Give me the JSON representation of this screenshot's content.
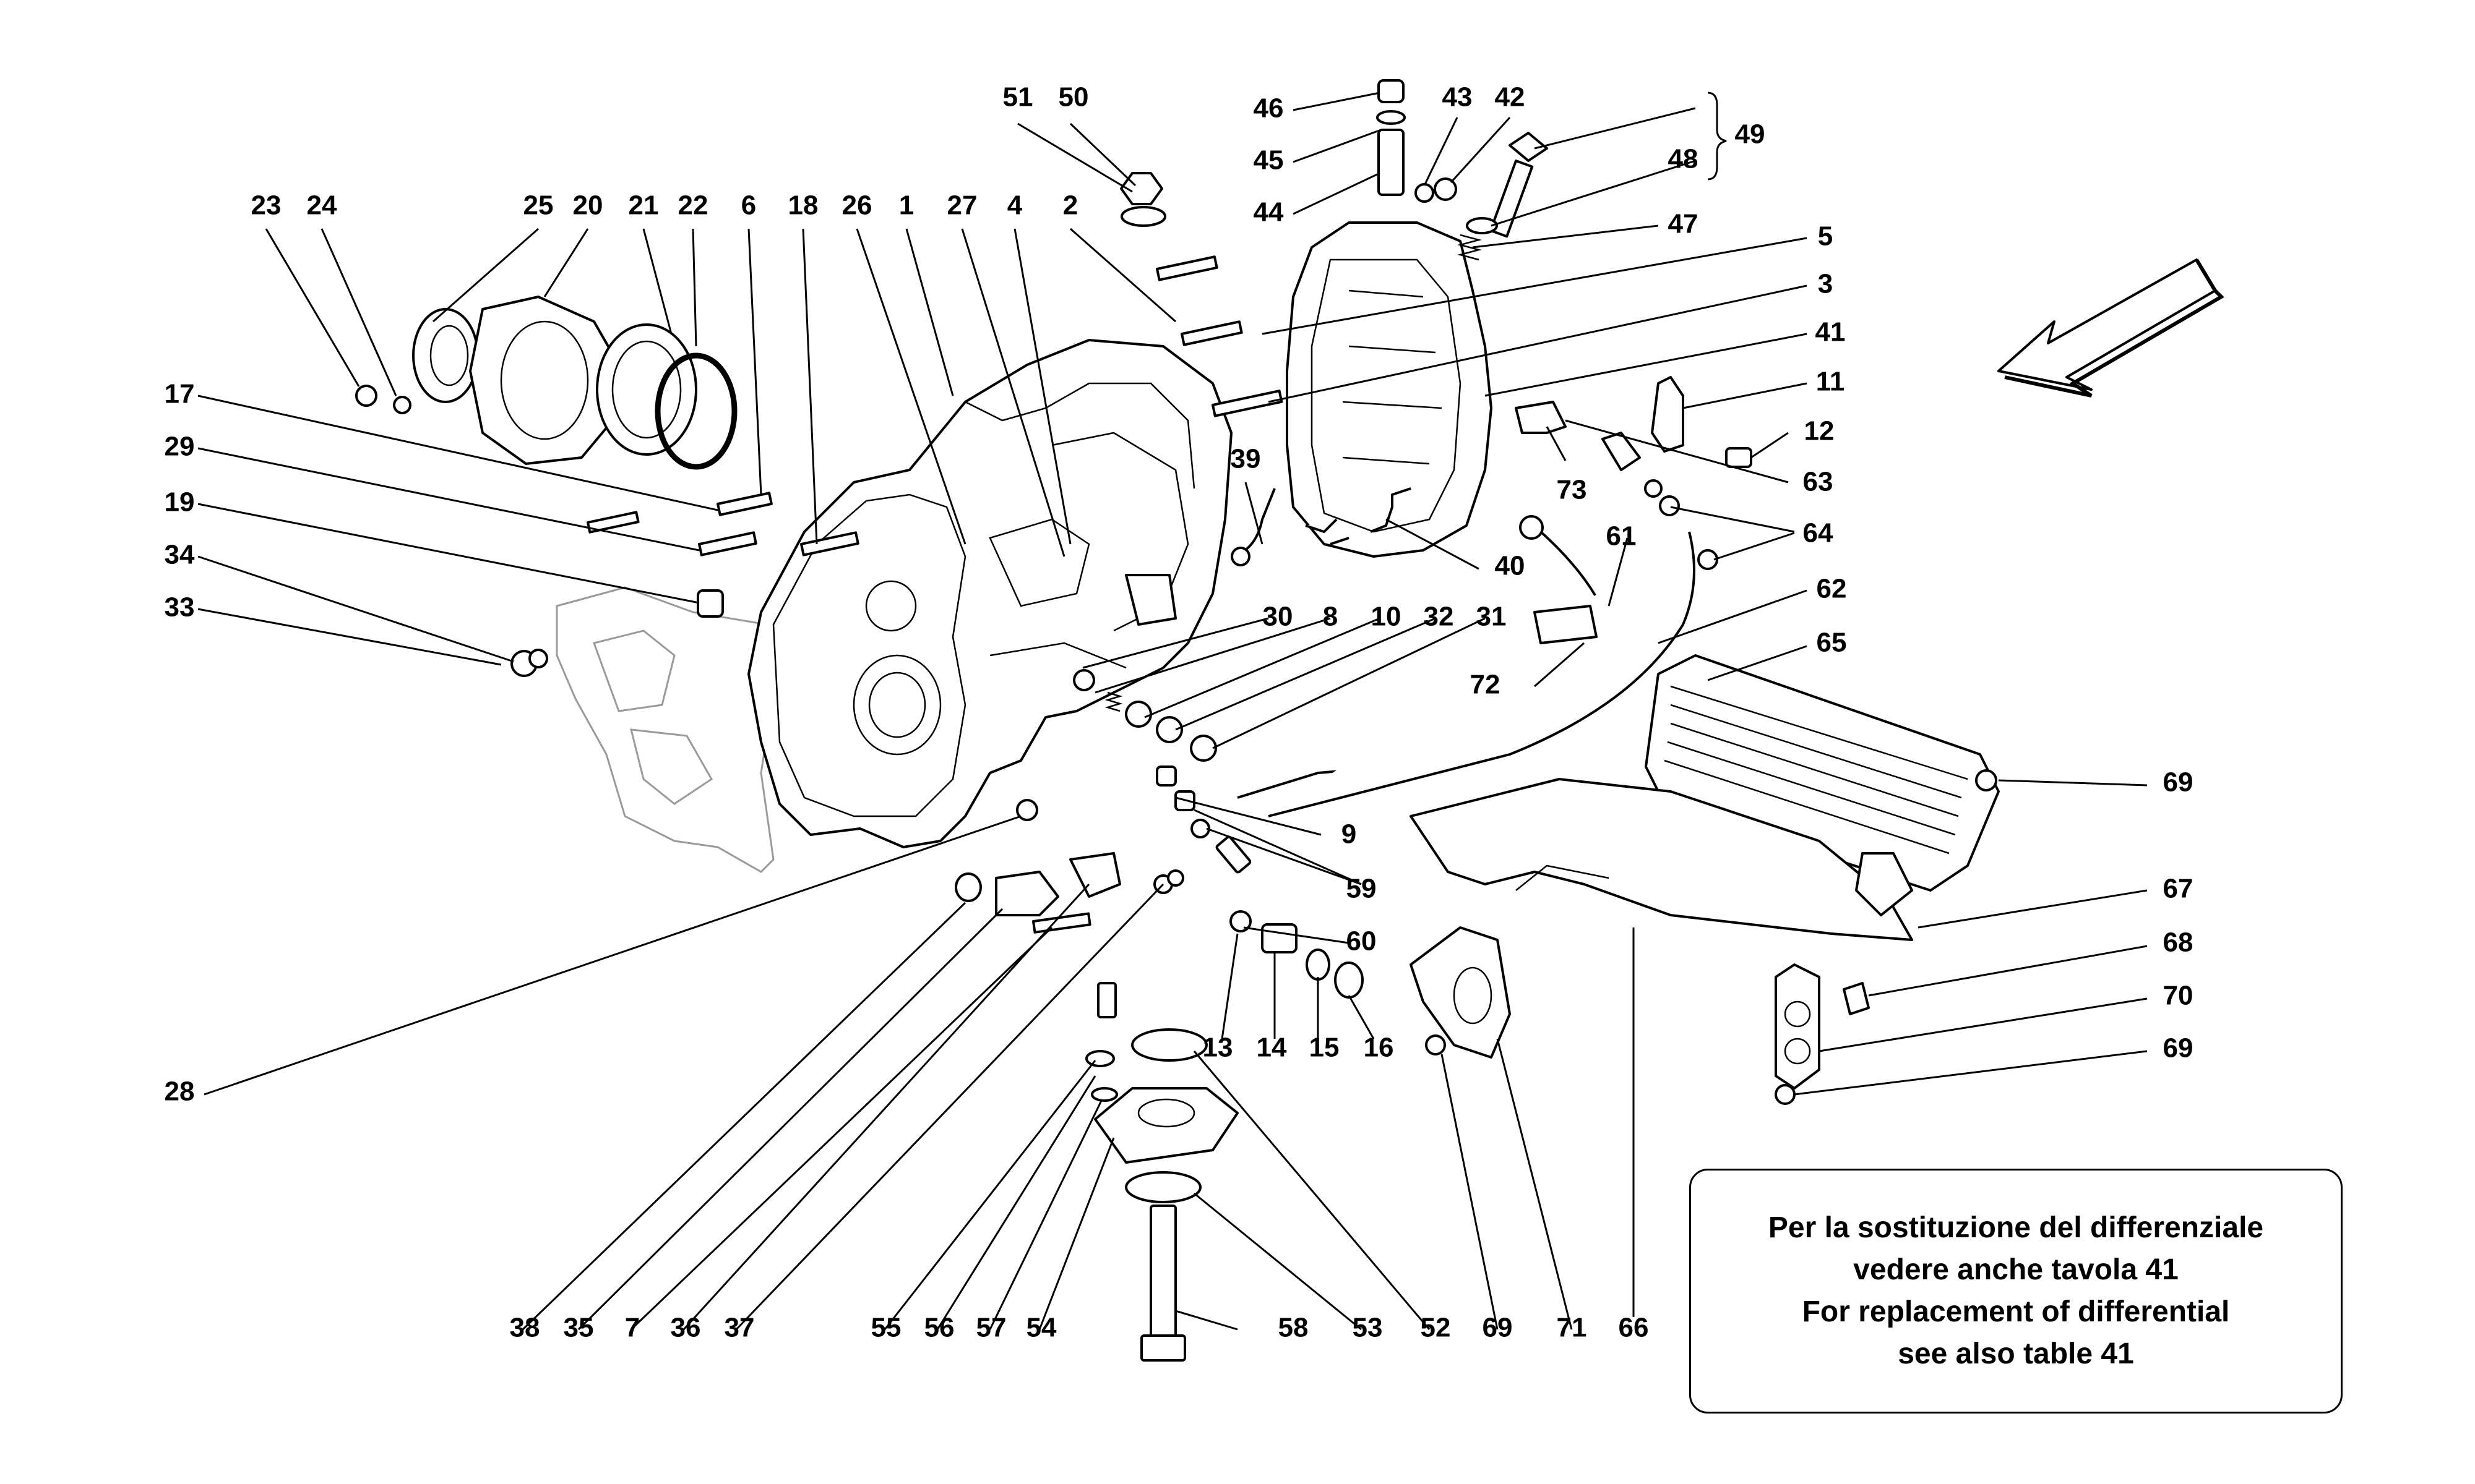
{
  "note": {
    "line1": "Per la sostituzione del differenziale",
    "line2": "vedere anche tavola 41",
    "line3": "For replacement of differential",
    "line4": "see  also table 41"
  },
  "callouts": [
    {
      "id": "c23",
      "text": "23"
    },
    {
      "id": "c24",
      "text": "24"
    },
    {
      "id": "c25",
      "text": "25"
    },
    {
      "id": "c20",
      "text": "20"
    },
    {
      "id": "c21",
      "text": "21"
    },
    {
      "id": "c22",
      "text": "22"
    },
    {
      "id": "c6",
      "text": "6"
    },
    {
      "id": "c18",
      "text": "18"
    },
    {
      "id": "c26",
      "text": "26"
    },
    {
      "id": "c1",
      "text": "1"
    },
    {
      "id": "c27",
      "text": "27"
    },
    {
      "id": "c4",
      "text": "4"
    },
    {
      "id": "c2",
      "text": "2"
    },
    {
      "id": "c51",
      "text": "51"
    },
    {
      "id": "c50",
      "text": "50"
    },
    {
      "id": "c46",
      "text": "46"
    },
    {
      "id": "c45",
      "text": "45"
    },
    {
      "id": "c44",
      "text": "44"
    },
    {
      "id": "c43",
      "text": "43"
    },
    {
      "id": "c42",
      "text": "42"
    },
    {
      "id": "c49",
      "text": "49"
    },
    {
      "id": "c48",
      "text": "48"
    },
    {
      "id": "c47",
      "text": "47"
    },
    {
      "id": "c5",
      "text": "5"
    },
    {
      "id": "c3",
      "text": "3"
    },
    {
      "id": "c41",
      "text": "41"
    },
    {
      "id": "c11",
      "text": "11"
    },
    {
      "id": "c12",
      "text": "12"
    },
    {
      "id": "c63",
      "text": "63"
    },
    {
      "id": "c64",
      "text": "64"
    },
    {
      "id": "c73",
      "text": "73"
    },
    {
      "id": "c39",
      "text": "39"
    },
    {
      "id": "c40",
      "text": "40"
    },
    {
      "id": "c61",
      "text": "61"
    },
    {
      "id": "c62",
      "text": "62"
    },
    {
      "id": "c65",
      "text": "65"
    },
    {
      "id": "c17",
      "text": "17"
    },
    {
      "id": "c29",
      "text": "29"
    },
    {
      "id": "c19",
      "text": "19"
    },
    {
      "id": "c34",
      "text": "34"
    },
    {
      "id": "c33",
      "text": "33"
    },
    {
      "id": "c30",
      "text": "30"
    },
    {
      "id": "c8",
      "text": "8"
    },
    {
      "id": "c10",
      "text": "10"
    },
    {
      "id": "c32",
      "text": "32"
    },
    {
      "id": "c31",
      "text": "31"
    },
    {
      "id": "c72",
      "text": "72"
    },
    {
      "id": "c9",
      "text": "9"
    },
    {
      "id": "c59",
      "text": "59"
    },
    {
      "id": "c60",
      "text": "60"
    },
    {
      "id": "c69a",
      "text": "69"
    },
    {
      "id": "c67",
      "text": "67"
    },
    {
      "id": "c68",
      "text": "68"
    },
    {
      "id": "c70",
      "text": "70"
    },
    {
      "id": "c69b",
      "text": "69"
    },
    {
      "id": "c13",
      "text": "13"
    },
    {
      "id": "c14",
      "text": "14"
    },
    {
      "id": "c15",
      "text": "15"
    },
    {
      "id": "c16",
      "text": "16"
    },
    {
      "id": "c28",
      "text": "28"
    },
    {
      "id": "c38",
      "text": "38"
    },
    {
      "id": "c35",
      "text": "35"
    },
    {
      "id": "c7",
      "text": "7"
    },
    {
      "id": "c36",
      "text": "36"
    },
    {
      "id": "c37",
      "text": "37"
    },
    {
      "id": "c55",
      "text": "55"
    },
    {
      "id": "c56",
      "text": "56"
    },
    {
      "id": "c57",
      "text": "57"
    },
    {
      "id": "c54",
      "text": "54"
    },
    {
      "id": "c58",
      "text": "58"
    },
    {
      "id": "c53",
      "text": "53"
    },
    {
      "id": "c52",
      "text": "52"
    },
    {
      "id": "c69c",
      "text": "69"
    },
    {
      "id": "c71",
      "text": "71"
    },
    {
      "id": "c66",
      "text": "66"
    }
  ]
}
